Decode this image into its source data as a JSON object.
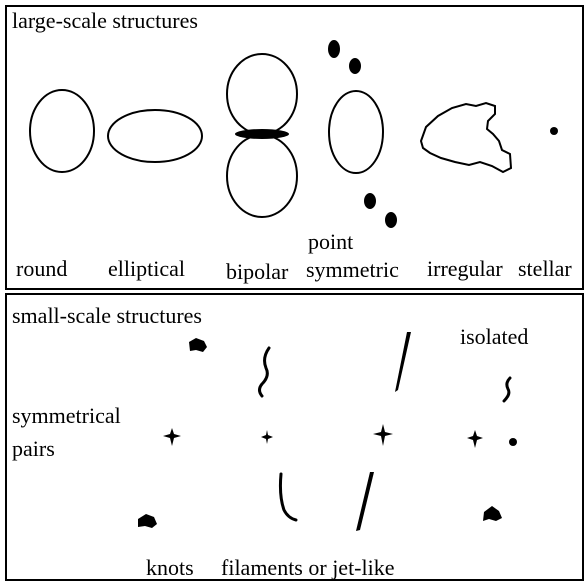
{
  "top_panel": {
    "title": "large-scale structures",
    "labels": {
      "round": "round",
      "elliptical": "elliptical",
      "bipolar": "bipolar",
      "point_line1": "point",
      "point_line2": "symmetric",
      "irregular": "irregular",
      "stellar": "stellar"
    }
  },
  "bottom_panel": {
    "title": "small-scale structures",
    "labels": {
      "isolated": "isolated",
      "symmetrical_line1": "symmetrical",
      "symmetrical_line2": "pairs",
      "knots": "knots",
      "filaments": "filaments or jet-like"
    }
  },
  "colors": {
    "ink": "#000000",
    "background": "#ffffff"
  }
}
